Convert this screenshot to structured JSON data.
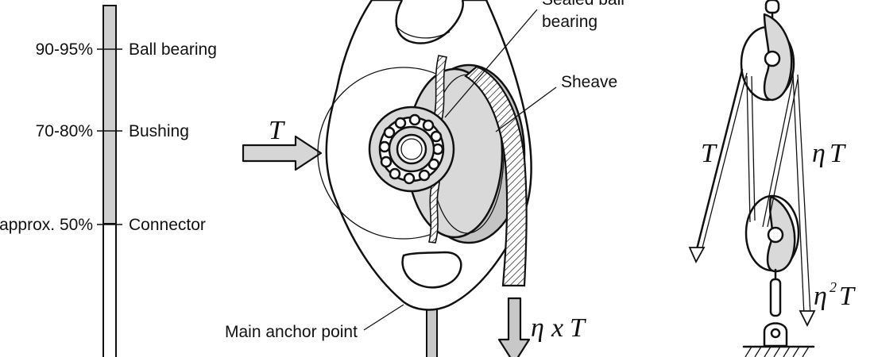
{
  "efficiency_scale": {
    "levels": [
      {
        "value": "90-95%",
        "label": "Ball bearing"
      },
      {
        "value": "70-80%",
        "label": "Bushing"
      },
      {
        "value": "approx. 50%",
        "label": "Connector"
      }
    ]
  },
  "pulley": {
    "labels": {
      "bearing_line1": "Sealed ball",
      "bearing_line2": "bearing",
      "sheave": "Sheave",
      "anchor": "Main anchor point"
    },
    "input_symbol": "T",
    "output_symbol_eta": "η",
    "output_symbol_x": "x",
    "output_symbol_t": "T"
  },
  "system": {
    "left_symbol": "T",
    "right_symbol_eta": "η",
    "right_symbol_t": "T",
    "bottom_symbol_eta": "η",
    "bottom_exponent": "2",
    "bottom_symbol_t": "T"
  }
}
